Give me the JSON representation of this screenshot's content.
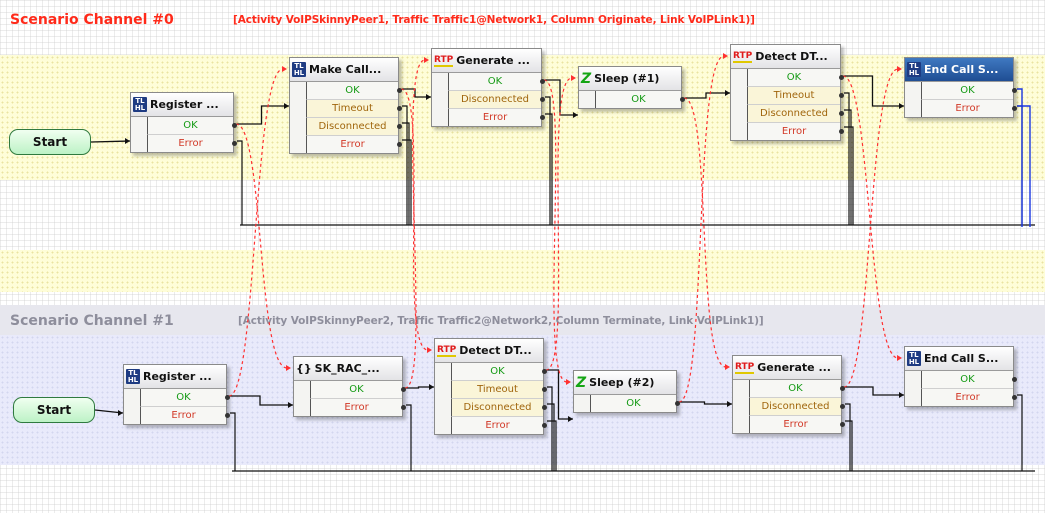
{
  "channel0": {
    "title": "Scenario Channel #0",
    "info": "[Activity VoIPSkinnyPeer1, Traffic Traffic1@Network1, Column Originate, Link VoIPLink1)]",
    "start": "Start",
    "nodes": [
      {
        "icon": "tl-hl-icon",
        "title": "Register ...",
        "outputs": [
          "OK",
          "Error"
        ]
      },
      {
        "icon": "tl-hl-icon",
        "title": "Make Call...",
        "outputs": [
          "OK",
          "Timeout",
          "Disconnected",
          "Error"
        ]
      },
      {
        "icon": "rtp-icon",
        "title": "Generate ...",
        "outputs": [
          "OK",
          "Disconnected",
          "Error"
        ]
      },
      {
        "icon": "sleep-z-icon",
        "title": "Sleep (#1)",
        "outputs": [
          "OK"
        ]
      },
      {
        "icon": "rtp-icon",
        "title": "Detect DT...",
        "outputs": [
          "OK",
          "Timeout",
          "Disconnected",
          "Error"
        ]
      },
      {
        "icon": "tl-hl-icon",
        "title": "End Call S...",
        "outputs": [
          "OK",
          "Error"
        ]
      }
    ]
  },
  "channel1": {
    "title": "Scenario Channel #1",
    "info": "[Activity VoIPSkinnyPeer2, Traffic Traffic2@Network2, Column Terminate, Link VoIPLink1)]",
    "start": "Start",
    "nodes": [
      {
        "icon": "tl-hl-icon",
        "title": "Register ...",
        "outputs": [
          "OK",
          "Error"
        ]
      },
      {
        "icon": "braces-icon",
        "title": "SK_RAC_...",
        "outputs": [
          "OK",
          "Error"
        ]
      },
      {
        "icon": "rtp-icon",
        "title": "Detect DT...",
        "outputs": [
          "OK",
          "Timeout",
          "Disconnected",
          "Error"
        ]
      },
      {
        "icon": "sleep-z-icon",
        "title": "Sleep (#2)",
        "outputs": [
          "OK"
        ]
      },
      {
        "icon": "rtp-icon",
        "title": "Generate ...",
        "outputs": [
          "OK",
          "Disconnected",
          "Error"
        ]
      },
      {
        "icon": "tl-hl-icon",
        "title": "End Call S...",
        "outputs": [
          "OK",
          "Error"
        ]
      }
    ]
  },
  "icons": {
    "tl_top": "TL",
    "tl_bottom": "HL",
    "rtp": "RTP",
    "z": "Z",
    "braces": "{}"
  },
  "colors": {
    "channel0_title": "#ff2a1a",
    "channel1_title": "#8e8e9c",
    "channel0_info": "#ff2a1a",
    "channel1_info": "#8e8e9c",
    "ok": "#149a14",
    "error": "#d23a28",
    "other": "#a0650c",
    "sync_line": "#ff3030",
    "selected_head": "#1f4d93"
  }
}
